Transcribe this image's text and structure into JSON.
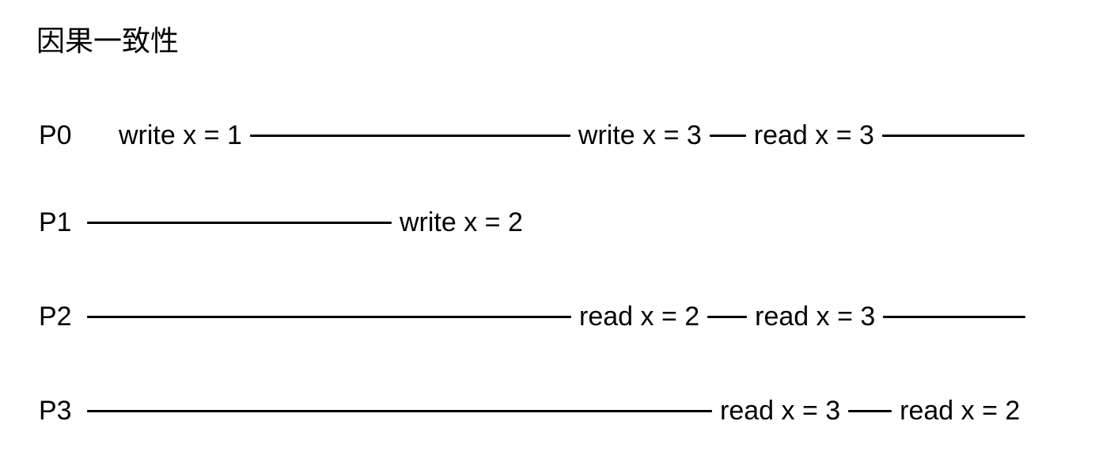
{
  "title": "因果一致性",
  "colors": {
    "background": "#ffffff",
    "text": "#000000",
    "line": "#000000"
  },
  "processes": [
    {
      "label": "P0",
      "events": [
        "write x = 1",
        "write x = 3",
        "read x = 3"
      ]
    },
    {
      "label": "P1",
      "events": [
        "write x = 2"
      ]
    },
    {
      "label": "P2",
      "events": [
        "read x = 2",
        "read x = 3"
      ]
    },
    {
      "label": "P3",
      "events": [
        "read x = 3",
        "read x = 2"
      ]
    }
  ]
}
